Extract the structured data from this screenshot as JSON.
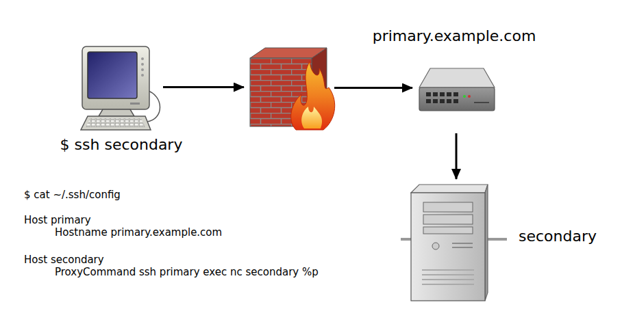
{
  "diagram": {
    "nodes": [
      {
        "text": [
          "$ ssh secondary"
        ]
      },
      {
        "text": []
      },
      {
        "text": [
          "primary.example.com"
        ]
      },
      {
        "text": [
          "secondary"
        ]
      }
    ],
    "edges": [
      {
        "from": 0,
        "to": 1,
        "arrow": "to"
      },
      {
        "from": 1,
        "to": 2,
        "arrow": "to"
      },
      {
        "from": 2,
        "to": 3,
        "arrow": "to"
      }
    ],
    "labels": [
      "$ cat ~/.ssh/config",
      "Host primary",
      "Hostname primary.example.com",
      "Host secondary",
      "ProxyCommand ssh primary exec nc secondary %p"
    ]
  }
}
